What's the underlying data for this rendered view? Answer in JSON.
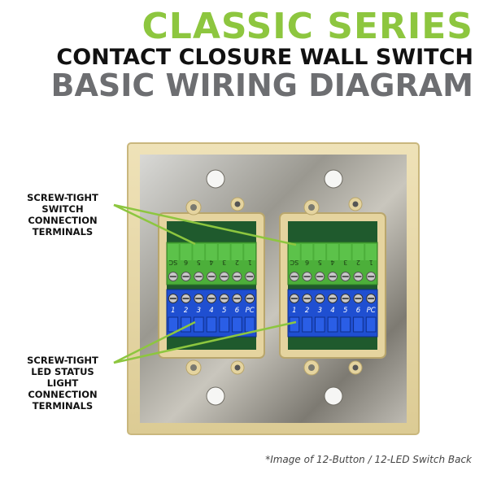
{
  "header": {
    "series": "CLASSIC SERIES",
    "product": "CONTACT CLOSURE WALL SWITCH",
    "diagram": "BASIC WIRING DIAGRAM"
  },
  "callouts": {
    "switch_terminals": "SCREW-TIGHT\nSWITCH\nCONNECTION\nTERMINALS",
    "led_terminals": "SCREW-TIGHT\nLED STATUS LIGHT\nCONNECTION\nTERMINALS"
  },
  "terminals": {
    "green_labels": [
      "SC",
      "6",
      "5",
      "4",
      "3",
      "2",
      "1"
    ],
    "blue_labels": [
      "1",
      "2",
      "3",
      "4",
      "5",
      "6",
      "PC"
    ]
  },
  "footnote": "*Image of 12-Button / 12-LED Switch Back",
  "colors": {
    "series_green": "#8dc63f",
    "product_black": "#111111",
    "diagram_gray": "#6d6e71",
    "plate_ivory": "#e8d9a8",
    "terminal_green": "#4caf3a",
    "terminal_blue": "#1f4fd1",
    "pointer_green": "#8dc63f"
  }
}
